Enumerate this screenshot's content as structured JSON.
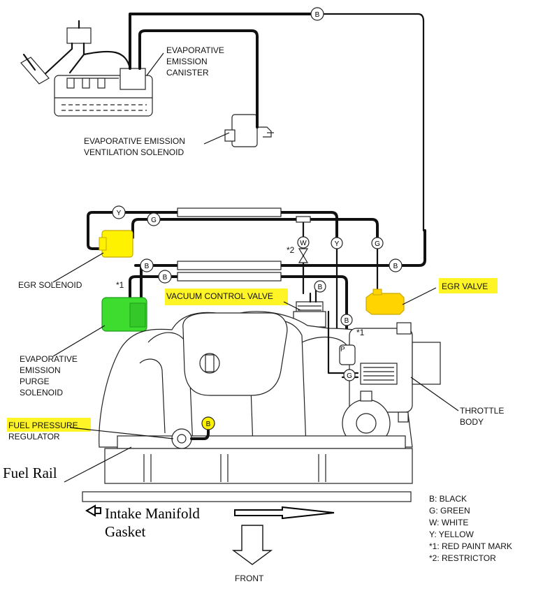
{
  "labels": {
    "evap_canister": [
      "EVAPORATIVE",
      "EMISSION",
      "CANISTER"
    ],
    "vent_solenoid": [
      "EVAPORATIVE EMISSION",
      "VENTILATION SOLENOID"
    ],
    "egr_solenoid": "EGR SOLENOID",
    "purge_solenoid": [
      "EVAPORATIVE",
      "EMISSION",
      "PURGE",
      "SOLENOID"
    ],
    "vacuum_control_valve": "VACUUM CONTROL VALVE",
    "egr_valve": "EGR VALVE",
    "throttle_body": [
      "THROTTLE",
      "BODY"
    ],
    "fuel_pressure_regulator": [
      "FUEL PRESSURE",
      "REGULATOR"
    ],
    "front": "FRONT",
    "mark_1a": "*1",
    "mark_1b": "*1",
    "mark_2": "*2"
  },
  "handwritten": {
    "fuel_rail": "Fuel Rail",
    "intake_manifold_gasket": [
      "Intake Manifold",
      "Gasket"
    ]
  },
  "hose_badges": {
    "b_top": "B",
    "y_upper": "Y",
    "g_upper": "G",
    "w": "W",
    "y_right": "Y",
    "g_right": "G",
    "b_mid_left": "B",
    "b_mid_right": "B",
    "b_lower_left": "B",
    "b_vcv": "B",
    "b_throttle": "B",
    "g_throttle": "G",
    "b_regulator": "B",
    "p_port": "P"
  },
  "legend": [
    "B: BLACK",
    "G: GREEN",
    "W: WHITE",
    "Y: YELLOW",
    "*1: RED PAINT MARK",
    "*2: RESTRICTOR"
  ],
  "colors": {
    "highlight_yellow": "#fff200",
    "purge_green": "#3ddc2f",
    "hose_black": "#111111"
  }
}
